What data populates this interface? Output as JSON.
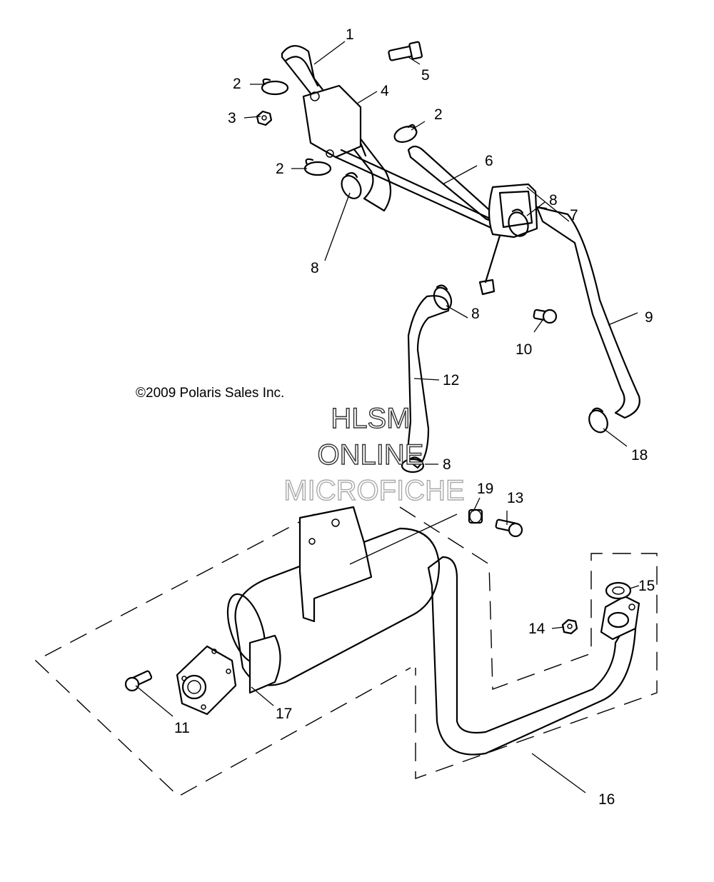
{
  "copyright": "©2009 Polaris Sales Inc.",
  "watermark": {
    "line1": "HLSM",
    "line2": "ONLINE",
    "line3": "MICROFICHE"
  },
  "callouts": {
    "c1": "1",
    "c2a": "2",
    "c2b": "2",
    "c2c": "2",
    "c3": "3",
    "c4": "4",
    "c5": "5",
    "c6": "6",
    "c7": "7",
    "c8a": "8",
    "c8b": "8",
    "c8c": "8",
    "c8d": "8",
    "c9": "9",
    "c10": "10",
    "c11": "11",
    "c12": "12",
    "c13": "13",
    "c14": "14",
    "c15": "15",
    "c16": "16",
    "c17": "17",
    "c18": "18",
    "c19": "19"
  }
}
